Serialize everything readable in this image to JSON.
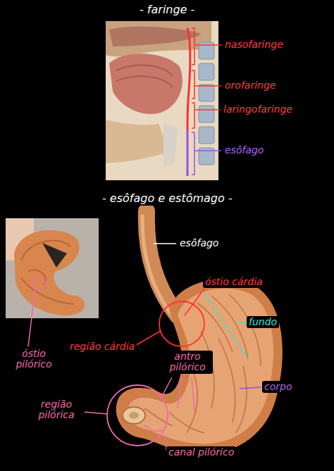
{
  "diagram": {
    "title": "- faringe -",
    "labels": [
      "nasofaringe",
      "orofaringe",
      "laringofaringe",
      "esôfago",
      "- esôfago e estômago -",
      "esôfago",
      "óstio cárdia",
      "fundo",
      "região cárdia",
      "corpo",
      "antro pilórico",
      "região pilórica",
      "canal pilórico",
      "óstio pilórico"
    ]
  }
}
